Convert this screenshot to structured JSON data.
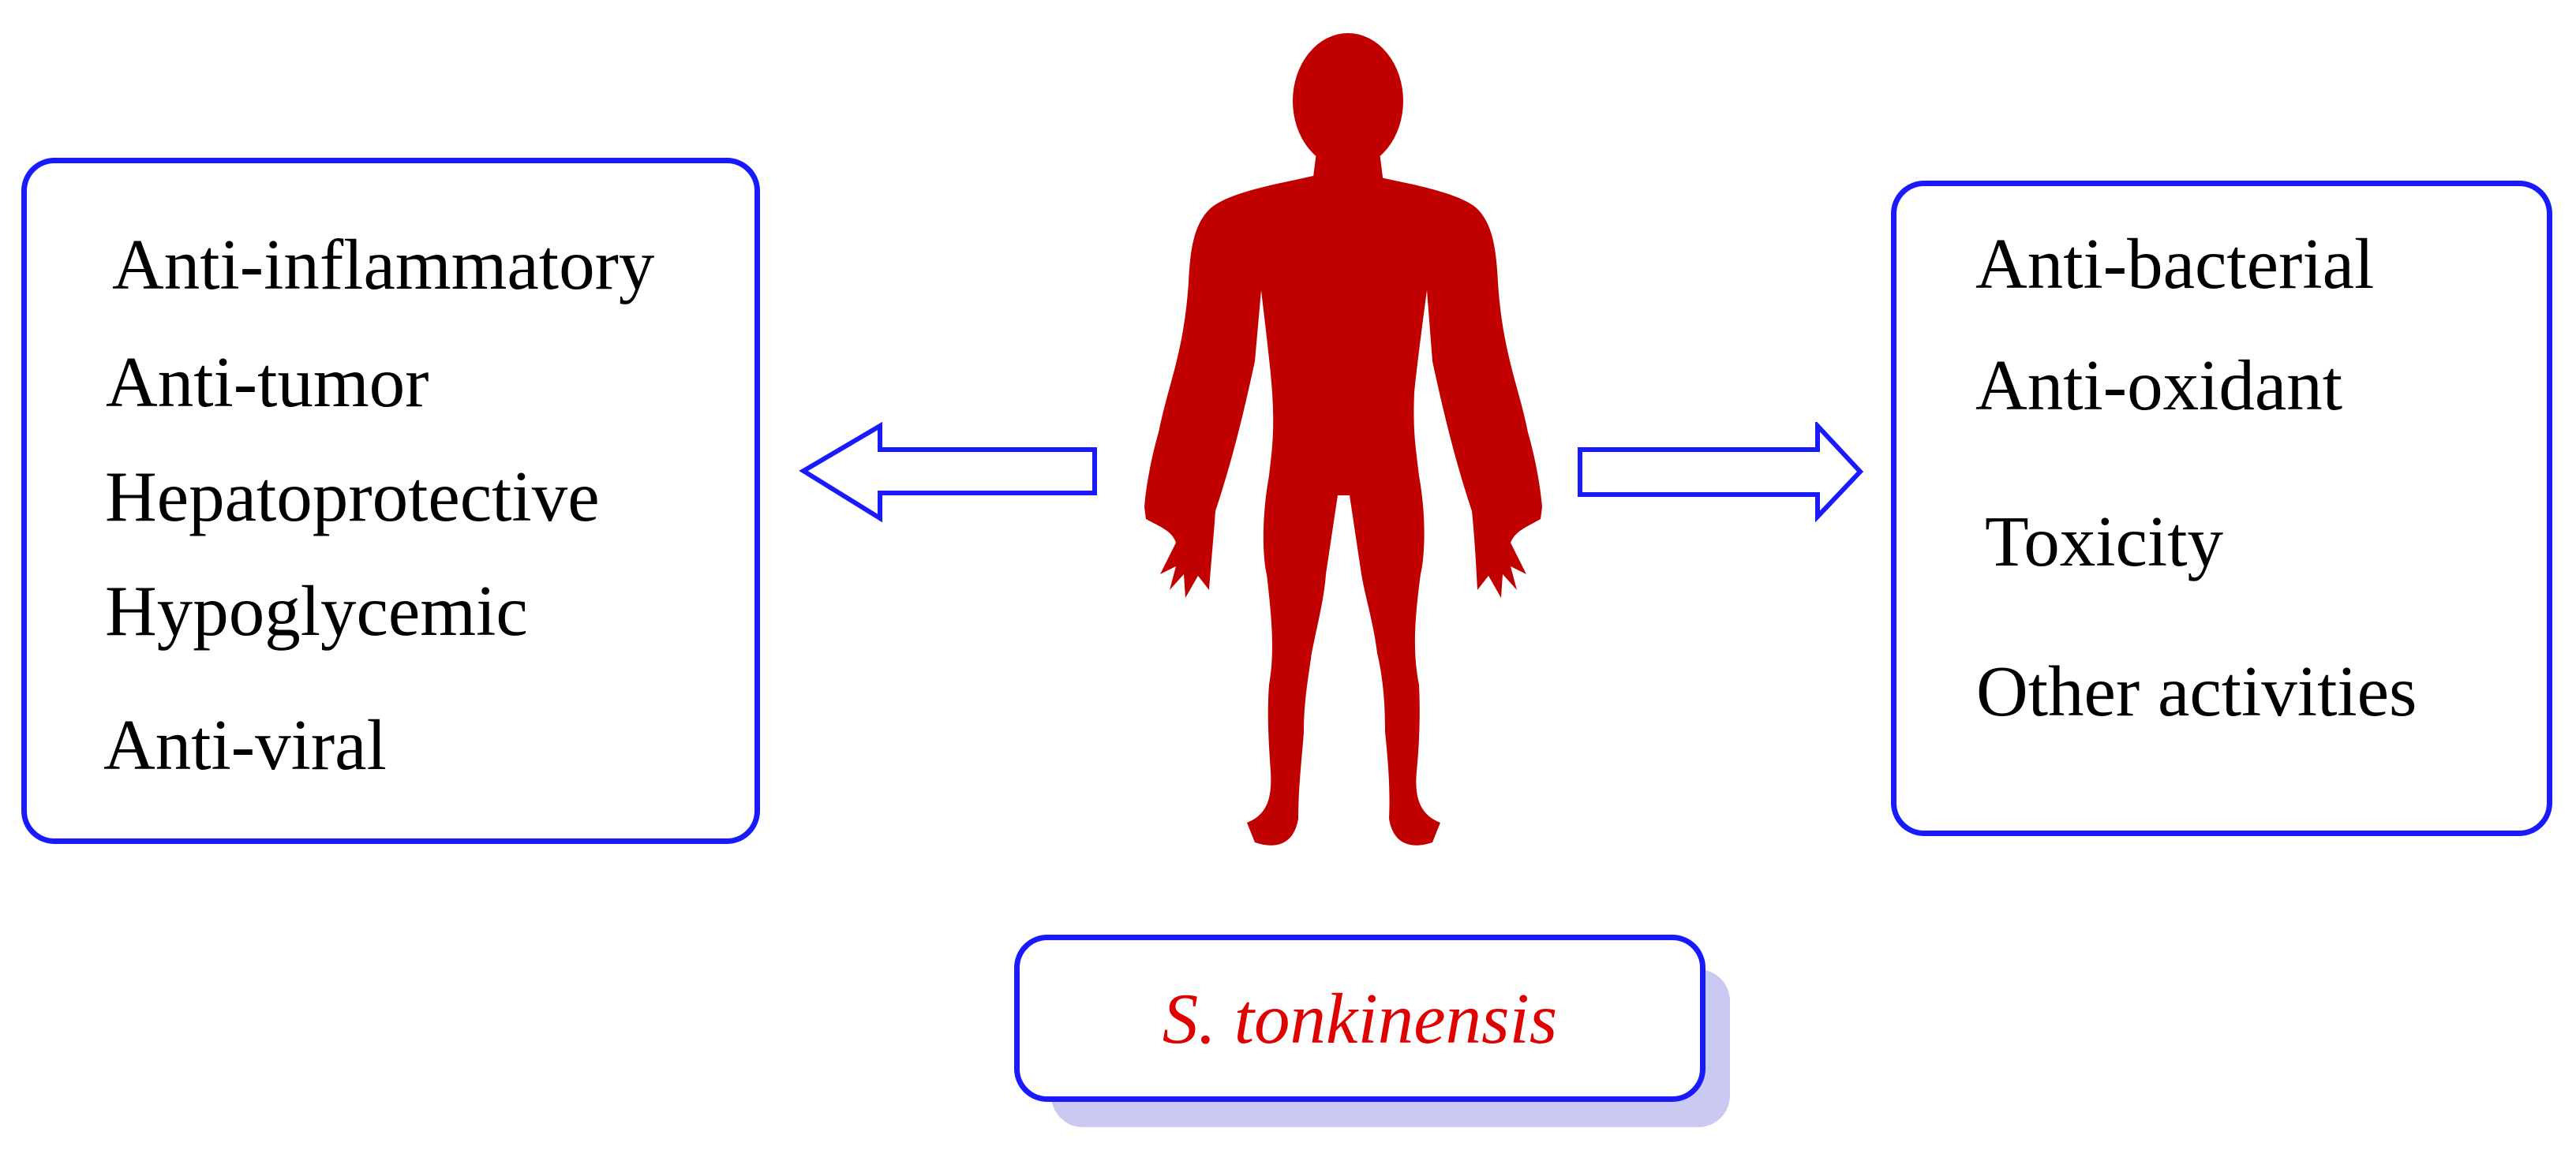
{
  "left_panel": {
    "items": [
      "Anti-inflammatory",
      "Anti-tumor",
      "Hepatoprotective",
      "Hypoglycemic",
      "Anti-viral"
    ]
  },
  "right_panel": {
    "items": [
      "Anti-bacterial",
      "Anti-oxidant",
      "Toxicity",
      "Other activities"
    ]
  },
  "center": {
    "species": "S. tonkinensis",
    "figure_icon": "human-body-silhouette-icon",
    "figure_color": "#c10000"
  },
  "colors": {
    "box_border": "#1a1aff",
    "arrow_stroke": "#1a1aff",
    "label_shadow": "#c9c9f2",
    "species_text": "#e00000"
  }
}
